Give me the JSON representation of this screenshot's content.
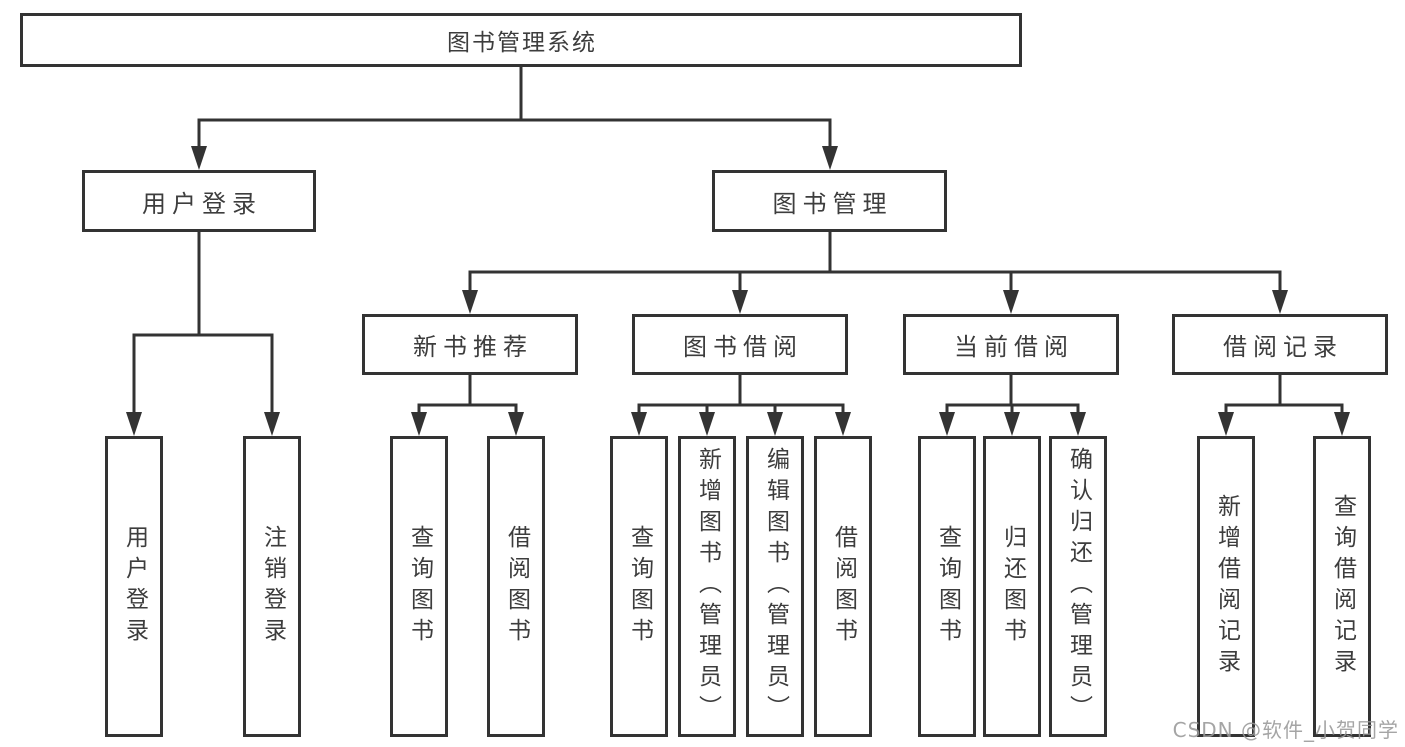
{
  "diagram_type": "org-tree",
  "tree": {
    "root": {
      "label": "图书管理系统",
      "children": [
        {
          "label": "用户登录",
          "children": [
            {
              "label": "用户登录"
            },
            {
              "label": "注销登录"
            }
          ]
        },
        {
          "label": "图书管理",
          "children": [
            {
              "label": "新书推荐",
              "children": [
                {
                  "label": "查询图书"
                },
                {
                  "label": "借阅图书"
                }
              ]
            },
            {
              "label": "图书借阅",
              "children": [
                {
                  "label": "查询图书"
                },
                {
                  "label": "新增图书（管理员）"
                },
                {
                  "label": "编辑图书（管理员）"
                },
                {
                  "label": "借阅图书"
                }
              ]
            },
            {
              "label": "当前借阅",
              "children": [
                {
                  "label": "查询图书"
                },
                {
                  "label": "归还图书"
                },
                {
                  "label": "确认归还（管理员）"
                }
              ]
            },
            {
              "label": "借阅记录",
              "children": [
                {
                  "label": "新增借阅记录"
                },
                {
                  "label": "查询借阅记录"
                }
              ]
            }
          ]
        }
      ]
    }
  },
  "watermark": {
    "text": "CSDN @软件_小贺同学"
  },
  "colors": {
    "line": "#333333",
    "box_border": "#333333",
    "text": "#3d3d3d",
    "watermark": "#999999",
    "background": "#ffffff"
  }
}
